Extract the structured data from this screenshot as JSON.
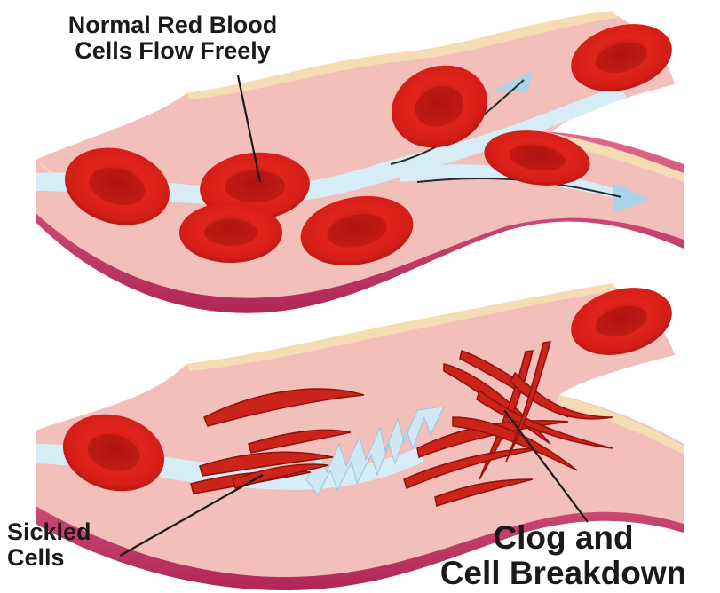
{
  "labels": {
    "normal_line1": "Normal Red Blood",
    "normal_line2": "Cells Flow Freely",
    "sickled_line1": "Sickled",
    "sickled_line2": "Cells",
    "clog_line1": "Clog and",
    "clog_line2": "Cell Breakdown"
  },
  "colors": {
    "vessel_outer": "#c2335e",
    "vessel_inner": "#f3c3bf",
    "vessel_rim": "#f5dcb4",
    "blood_flow": "#d6ecf6",
    "red_cell": "#d8221c",
    "red_cell_dark": "#a81410",
    "sickle_cell": "#cc2418"
  }
}
